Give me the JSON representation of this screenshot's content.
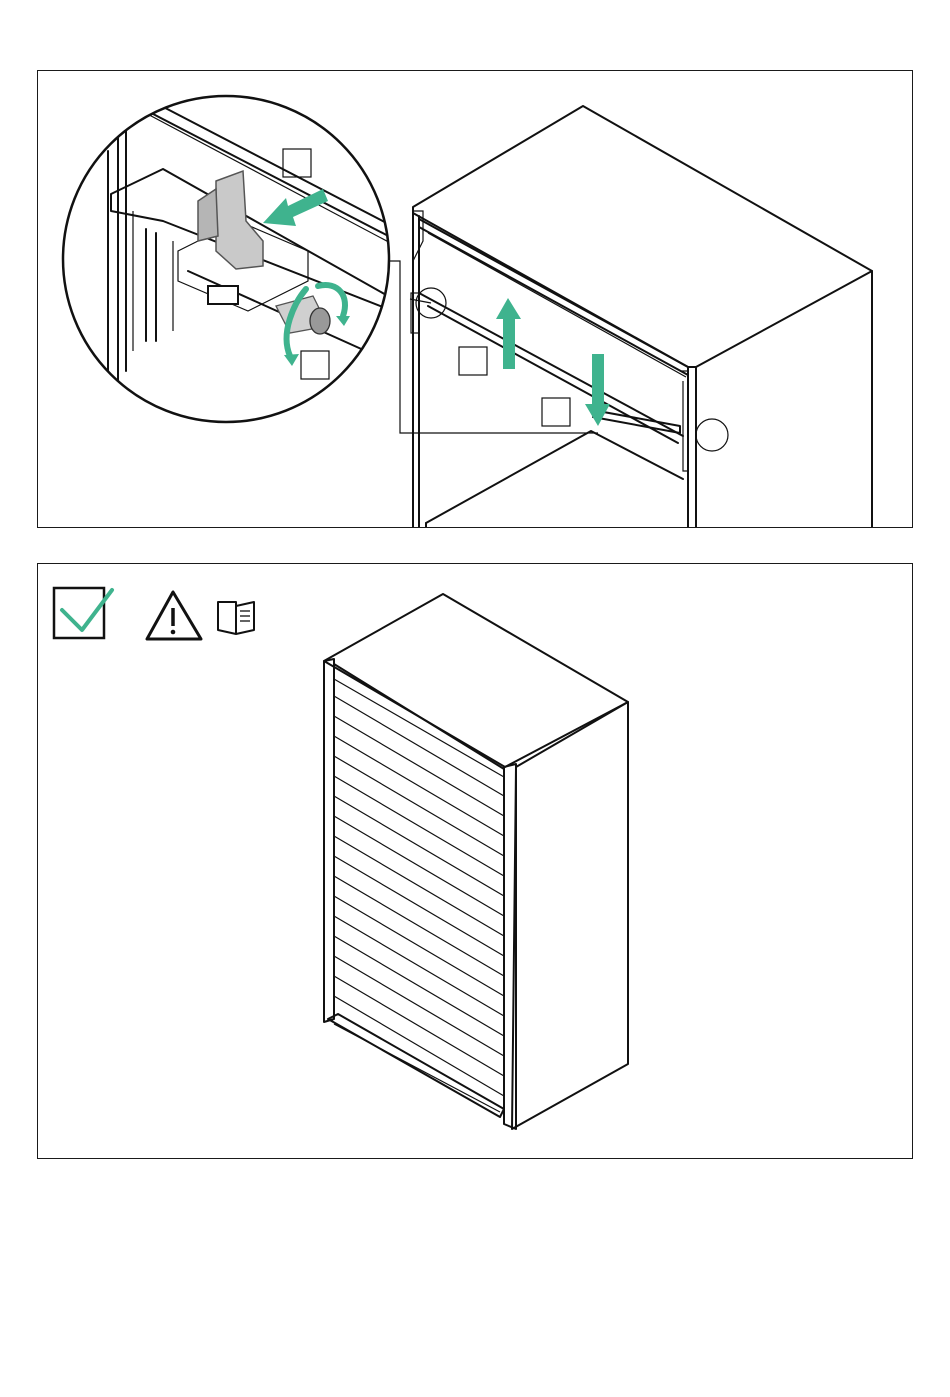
{
  "colors": {
    "accent": "#3fb38e",
    "line": "#111111",
    "background": "#ffffff"
  },
  "step_top": {
    "icons": [
      "detail-magnifier-circle",
      "push-arrow",
      "rotate-arrow",
      "lift-up-arrow",
      "lower-down-arrow"
    ],
    "callout_boxes": 4
  },
  "step_bottom": {
    "icons": [
      "check-icon",
      "warning-icon",
      "manual-book-icon"
    ],
    "illustration": "cabinet-with-tambour-door-closed"
  }
}
